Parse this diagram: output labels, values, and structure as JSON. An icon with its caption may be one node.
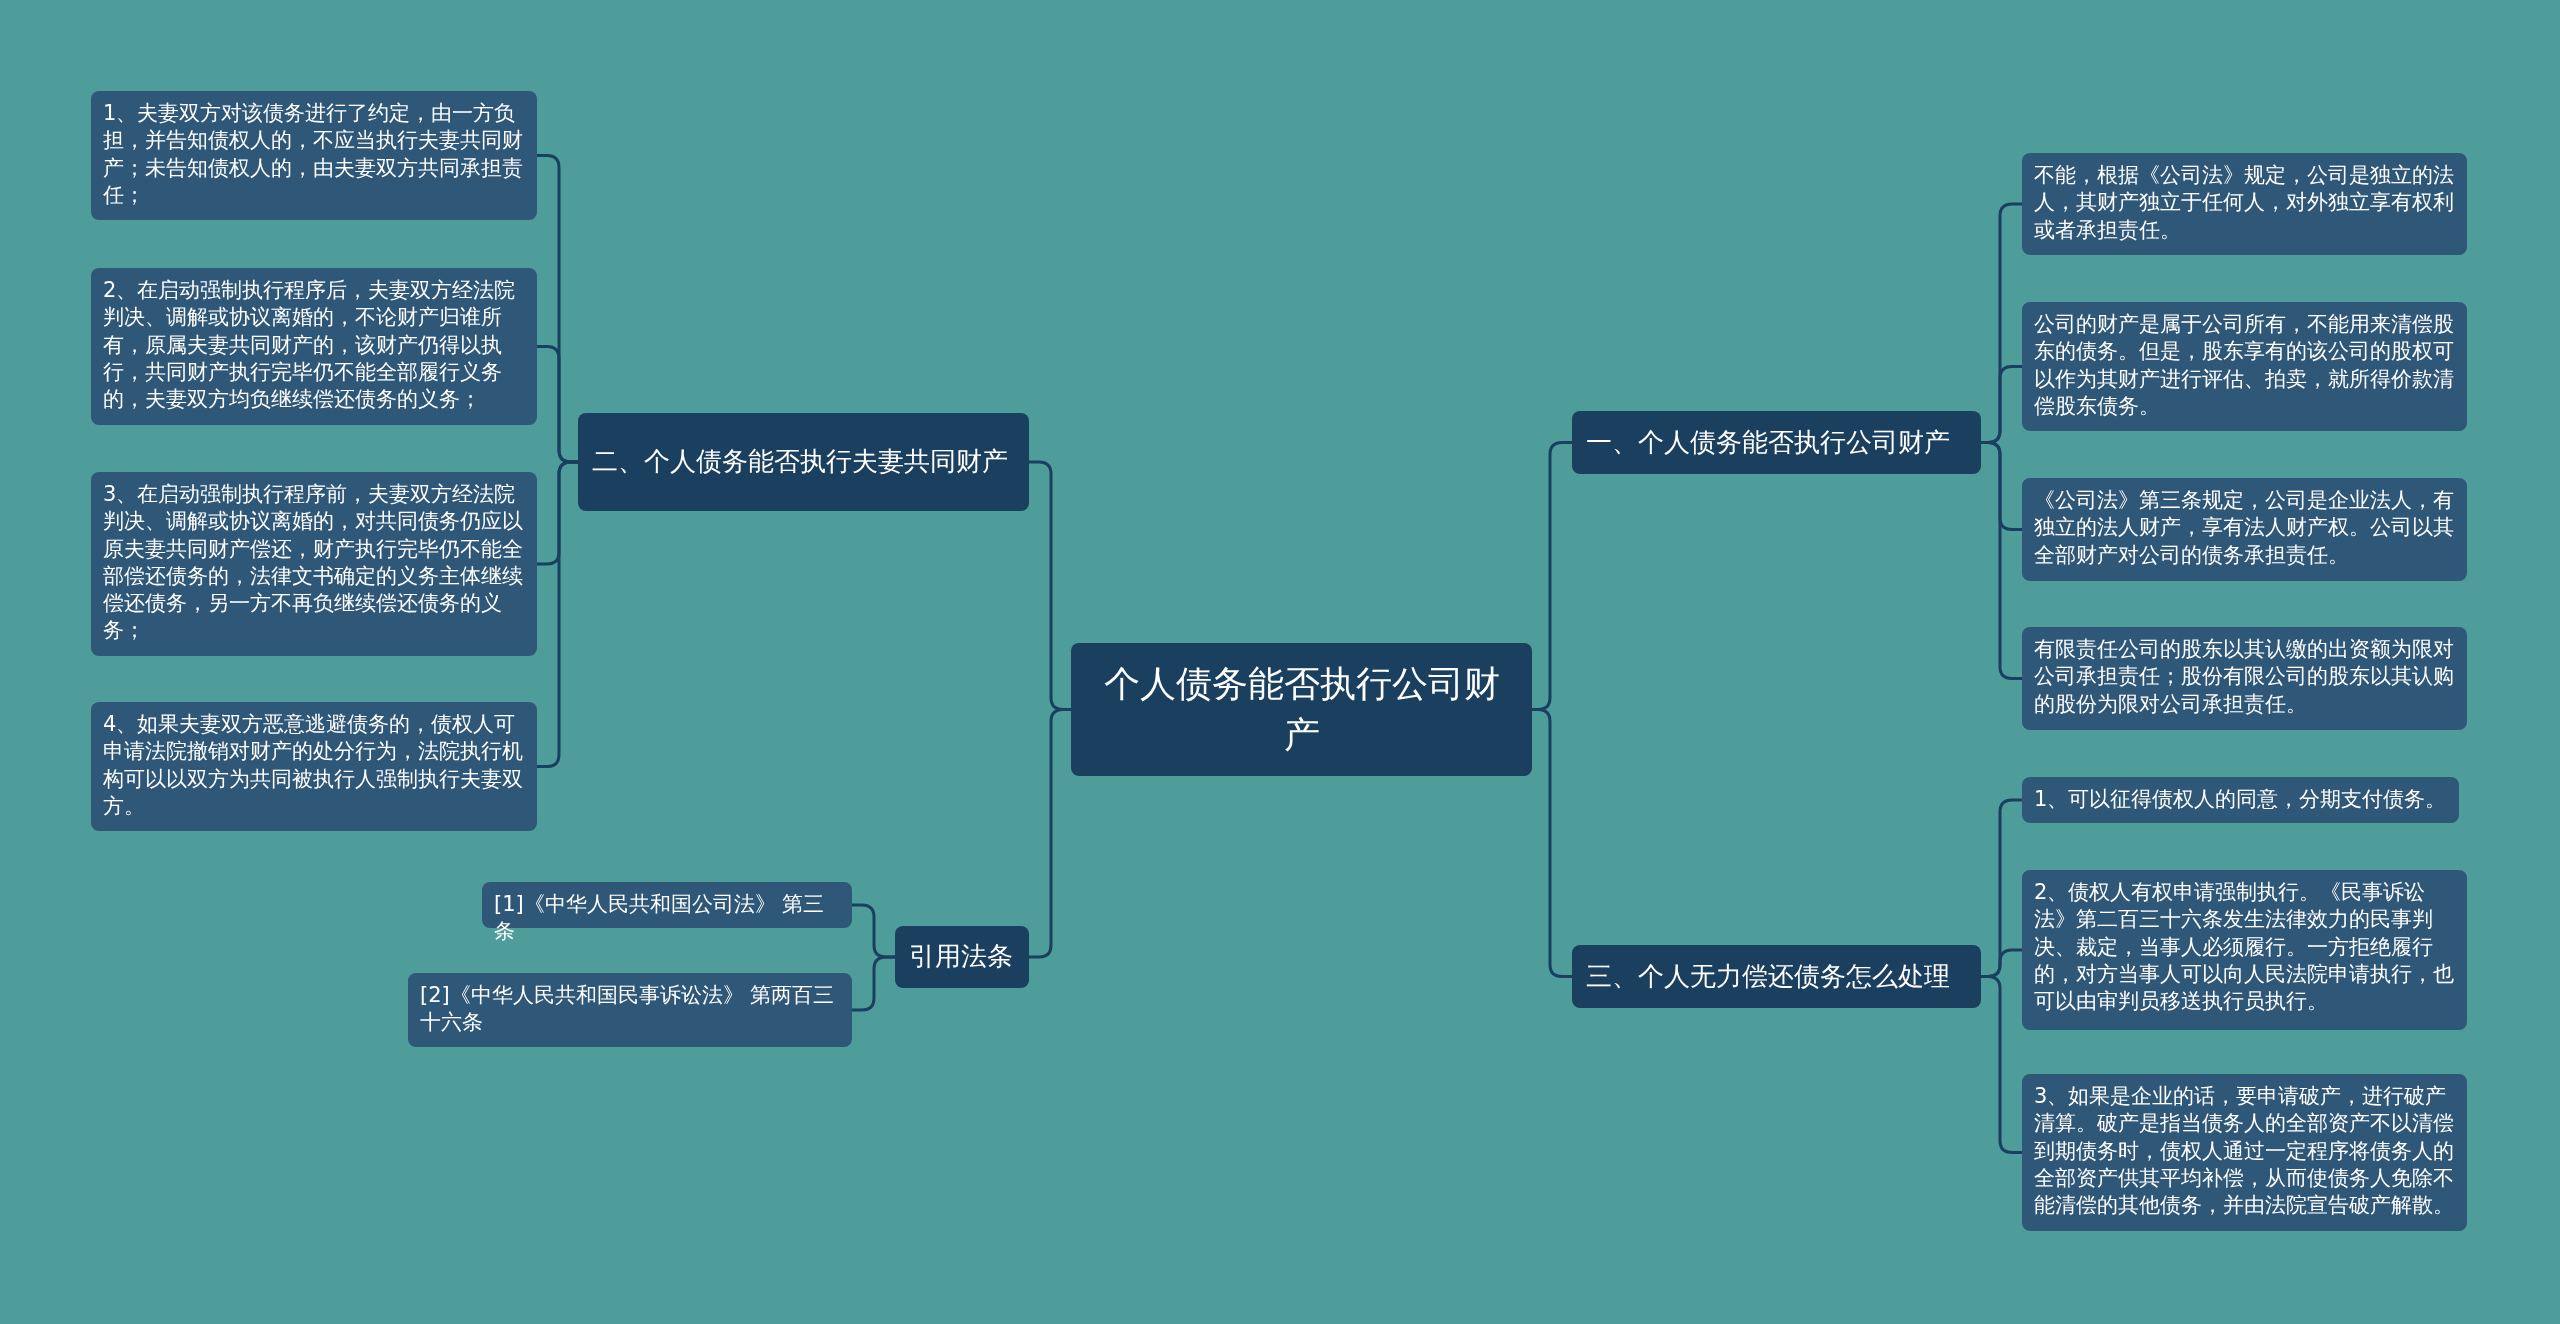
{
  "diagram": {
    "nodes": [
      {
        "text": [
          "个人债务能否执行公司财产"
        ]
      },
      {
        "text": [
          "二、个人债务能否执行夫妻共同财产"
        ]
      },
      {
        "text": [
          "1、夫妻双方对该债务进行了约定，由一方负担，并告知债权人的，不应当执行夫妻共同财产；未告知债权人的，由夫妻双方共同承担责任；"
        ]
      },
      {
        "text": [
          "2、在启动强制执行程序后，夫妻双方经法院判决、调解或协议离婚的，不论财产归谁所有，原属夫妻共同财产的，该财产仍得以执行，共同财产执行完毕仍不能全部履行义务的，夫妻双方均负继续偿还债务的义务；"
        ]
      },
      {
        "text": [
          "3、在启动强制执行程序前，夫妻双方经法院判决、调解或协议离婚的，对共同债务仍应以原夫妻共同财产偿还，财产执行完毕仍不能全部偿还债务的，法律文书确定的义务主体继续偿还债务，另一方不再负继续偿还债务的义务；"
        ]
      },
      {
        "text": [
          "4、如果夫妻双方恶意逃避债务的，债权人可申请法院撤销对财产的处分行为，法院执行机构可以以双方为共同被执行人强制执行夫妻双方。"
        ]
      },
      {
        "text": [
          "引用法条"
        ]
      },
      {
        "text": [
          "[1]《中华人民共和国公司法》 第三条"
        ]
      },
      {
        "text": [
          "[2]《中华人民共和国民事诉讼法》 第两百三十六条"
        ]
      },
      {
        "text": [
          "一、个人债务能否执行公司财产"
        ]
      },
      {
        "text": [
          "不能，根据《公司法》规定，公司是独立的法人，其财产独立于任何人，对外独立享有权利或者承担责任。"
        ]
      },
      {
        "text": [
          "公司的财产是属于公司所有，不能用来清偿股东的债务。但是，股东享有的该公司的股权可以作为其财产进行评估、拍卖，就所得价款清偿股东债务。"
        ]
      },
      {
        "text": [
          "《公司法》第三条规定，公司是企业法人，有独立的法人财产，享有法人财产权。公司以其全部财产对公司的债务承担责任。"
        ]
      },
      {
        "text": [
          "有限责任公司的股东以其认缴的出资额为限对公司承担责任；股份有限公司的股东以其认购的股份为限对公司承担责任。"
        ]
      },
      {
        "text": [
          "三、个人无力偿还债务怎么处理"
        ]
      },
      {
        "text": [
          "1、可以征得债权人的同意，分期支付债务。"
        ]
      },
      {
        "text": [
          "2、债权人有权申请强制执行。《民事诉讼法》第二百三十六条发生法律效力的民事判决、裁定，当事人必须履行。一方拒绝履行的，对方当事人可以向人民法院申请执行，也可以由审判员移送执行员执行。"
        ]
      },
      {
        "text": [
          "3、如果是企业的话，要申请破产，进行破产清算。破产是指当债务人的全部资产不以清偿到期债务时，债权人通过一定程序将债务人的全部资产供其平均补偿，从而使债务人免除不能清偿的其他债务，并由法院宣告破产解散。"
        ]
      }
    ],
    "edges": [
      {
        "from": 0,
        "to": 1,
        "arrow": "none"
      },
      {
        "from": 1,
        "to": 2,
        "arrow": "none"
      },
      {
        "from": 1,
        "to": 3,
        "arrow": "none"
      },
      {
        "from": 1,
        "to": 4,
        "arrow": "none"
      },
      {
        "from": 1,
        "to": 5,
        "arrow": "none"
      },
      {
        "from": 0,
        "to": 6,
        "arrow": "none"
      },
      {
        "from": 6,
        "to": 7,
        "arrow": "none"
      },
      {
        "from": 6,
        "to": 8,
        "arrow": "none"
      },
      {
        "from": 0,
        "to": 9,
        "arrow": "none"
      },
      {
        "from": 9,
        "to": 10,
        "arrow": "none"
      },
      {
        "from": 9,
        "to": 11,
        "arrow": "none"
      },
      {
        "from": 9,
        "to": 12,
        "arrow": "none"
      },
      {
        "from": 9,
        "to": 13,
        "arrow": "none"
      },
      {
        "from": 0,
        "to": 14,
        "arrow": "none"
      },
      {
        "from": 14,
        "to": 15,
        "arrow": "none"
      },
      {
        "from": 14,
        "to": 16,
        "arrow": "none"
      },
      {
        "from": 14,
        "to": 17,
        "arrow": "none"
      }
    ]
  }
}
